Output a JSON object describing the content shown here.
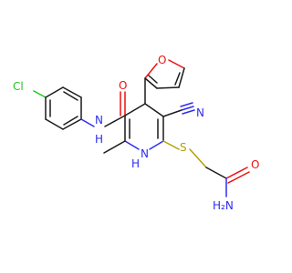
{
  "molecule": {
    "atoms": {
      "chlorine": "Cl",
      "amide_nh": "N\nH",
      "amide_o": "O",
      "furan_o": "O",
      "cyano_n": "N",
      "ring_nh": "N\nH",
      "methyl": "",
      "sulfur": "S",
      "carbamoyl_o": "O",
      "carbamoyl_nh2": "H₂N"
    },
    "colors": {
      "carbon": "#1a1a1a",
      "oxygen": "#ee1010",
      "nitrogen": "#2c2cf0",
      "sulfur": "#b4a000",
      "chlorine": "#1ec81e"
    }
  }
}
